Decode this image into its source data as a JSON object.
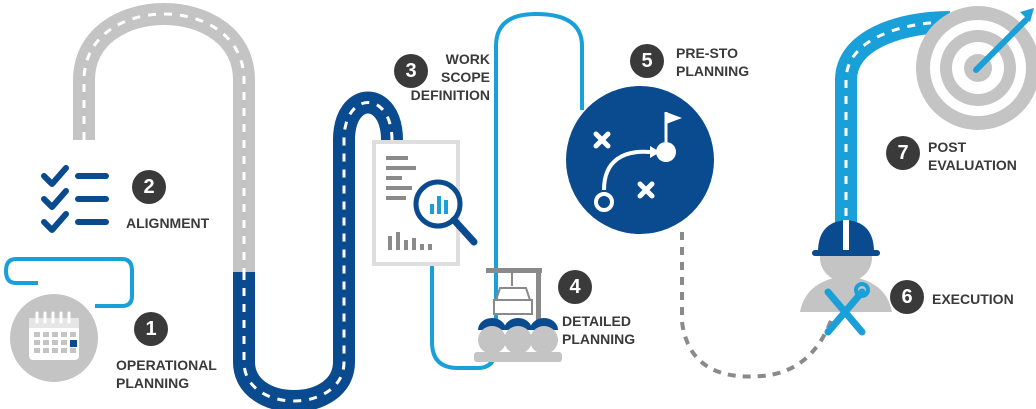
{
  "colors": {
    "navy": "#0a4a8f",
    "light_blue": "#1aa0d8",
    "gray": "#c4c4c4",
    "dark_gray": "#8a8a8a",
    "badge": "#3a3a3a",
    "text": "#3a3a3a"
  },
  "steps": [
    {
      "number": "1",
      "lines": [
        "OPERATIONAL",
        "PLANNING"
      ],
      "icon": "calendar-icon"
    },
    {
      "number": "2",
      "lines": [
        "ALIGNMENT"
      ],
      "icon": "checklist-icon"
    },
    {
      "number": "3",
      "lines": [
        "WORK",
        "SCOPE",
        "DEFINITION"
      ],
      "icon": "report-magnifier-icon"
    },
    {
      "number": "4",
      "lines": [
        "DETAILED",
        "PLANNING"
      ],
      "icon": "crane-cargo-icon"
    },
    {
      "number": "5",
      "lines": [
        "PRE-STO",
        "PLANNING"
      ],
      "icon": "strategy-play-icon"
    },
    {
      "number": "6",
      "lines": [
        "EXECUTION"
      ],
      "icon": "worker-hardhat-icon"
    },
    {
      "number": "7",
      "lines": [
        "POST",
        "EVALUATION"
      ],
      "icon": "target-arrow-icon"
    }
  ]
}
